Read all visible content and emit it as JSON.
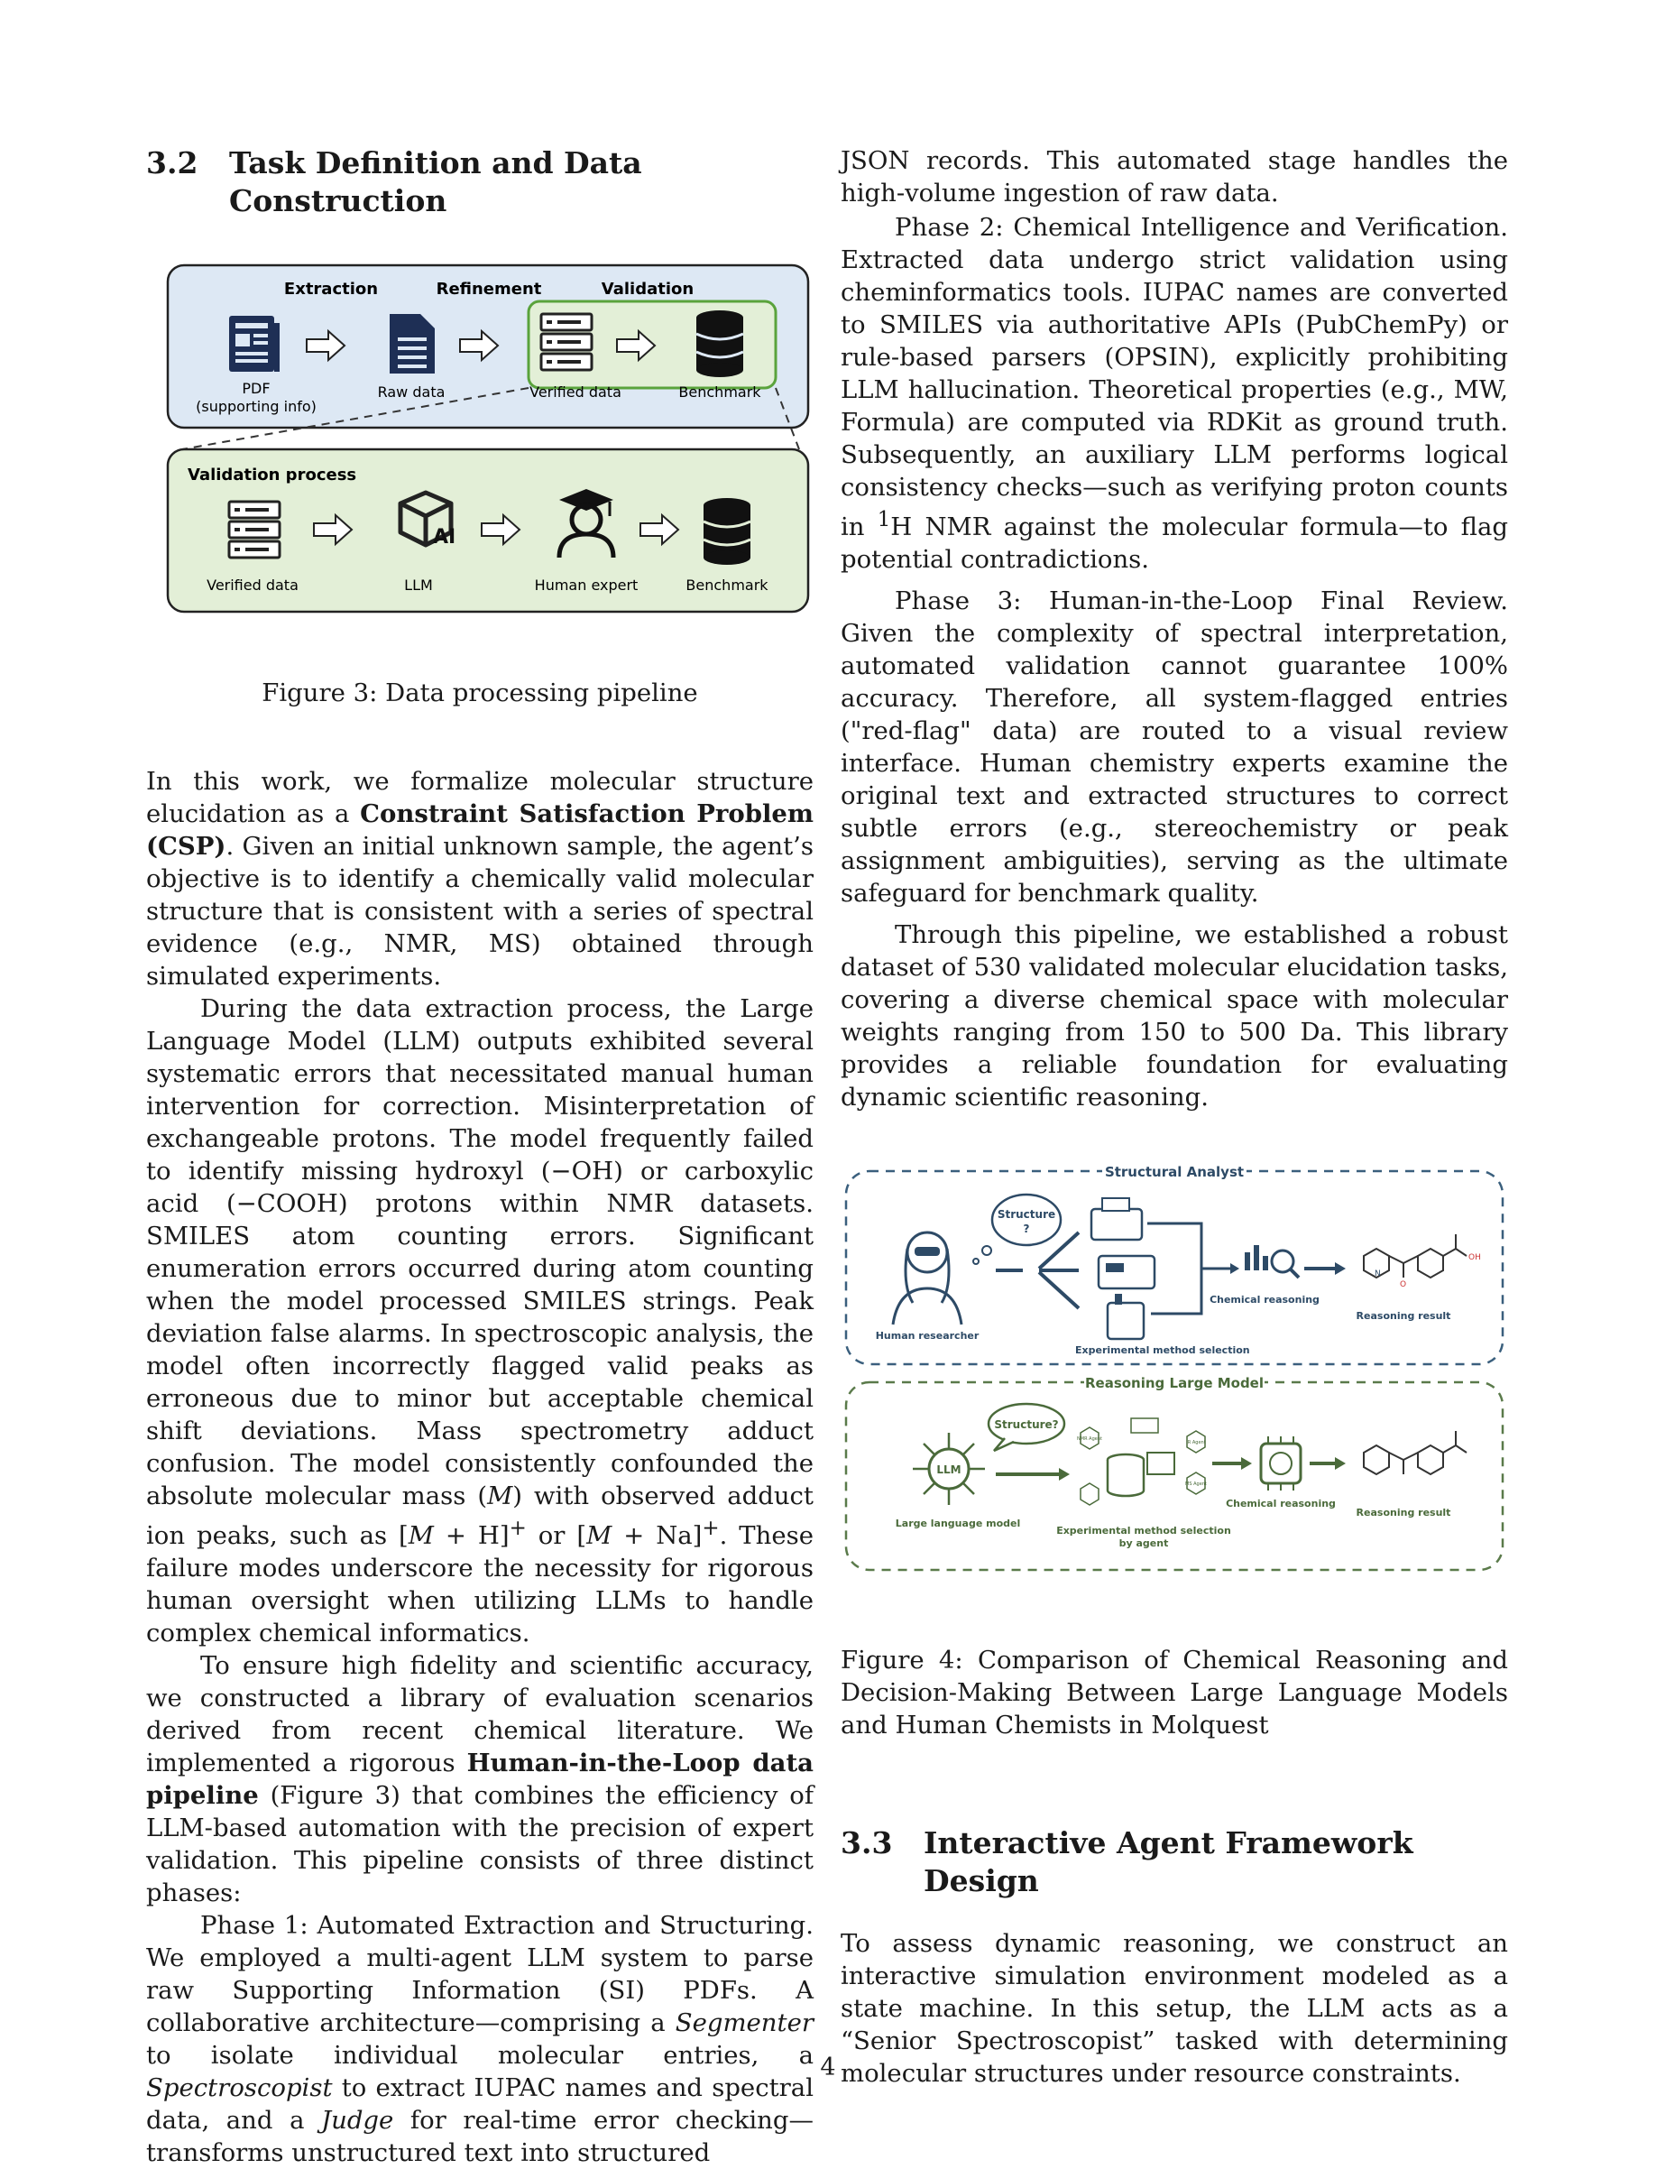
{
  "section_32": {
    "number": "3.2",
    "title": "Task Definition and Data Construction"
  },
  "figure3": {
    "stage_labels": [
      "Extraction",
      "Refinement",
      "Validation"
    ],
    "top_items": [
      "PDF",
      "(supporting info)",
      "Raw data",
      "Verified data",
      "Benchmark"
    ],
    "process_title": "Validation process",
    "bottom_items": [
      "Verified data",
      "LLM",
      "Human expert",
      "Benchmark"
    ],
    "ai_text": "AI",
    "caption": "Figure 3: Data processing pipeline"
  },
  "left_text": {
    "p1a": "In this work, we formalize molecular structure elucidation as a ",
    "p1b": "Constraint Satisfaction Problem (CSP)",
    "p1c": ". Given an initial unknown sample, the agent’s objective is to identify a chemically valid molecular structure that is consistent with a series of spectral evidence (e.g., NMR, MS) obtained through simulated experiments.",
    "p2a": "During the data extraction process, the Large Language Model (LLM) outputs exhibited several systematic errors that necessitated manual human intervention for correction. Misinterpretation of exchangeable protons. The model frequently failed to identify missing hydroxyl (−OH) or carboxylic acid (−COOH) protons within NMR datasets. SMILES atom counting errors. Significant enumeration errors occurred during atom counting when the model processed SMILES strings. Peak deviation false alarms. In spectroscopic analysis, the model often incorrectly flagged valid peaks as erroneous due to minor but acceptable chemical shift deviations. Mass spectrometry adduct confusion. The model consistently confounded the absolute molecular mass (",
    "p2M1": "M",
    "p2b": ") with observed adduct ion peaks, such as [",
    "p2M2": "M",
    "p2c": " + H]",
    "p2sup1": "+",
    "p2d": " or [",
    "p2M3": "M",
    "p2e": " + Na]",
    "p2sup2": "+",
    "p2f": ". These failure modes underscore the necessity for rigorous human oversight when utilizing LLMs to handle complex chemical informatics.",
    "p3a": "To ensure high fidelity and scientific accuracy, we constructed a library of evaluation scenarios derived from recent chemical literature. We implemented a rigorous ",
    "p3b": "Human-in-the-Loop data pipeline",
    "p3c": " (Figure 3) that combines the efficiency of LLM-based automation with the precision of expert validation. This pipeline consists of three distinct phases:",
    "p4a": "Phase 1: Automated Extraction and Structuring. We employed a multi-agent LLM system to parse raw Supporting Information (SI) PDFs. A collaborative architecture—comprising a ",
    "p4b": "Segmenter",
    "p4c": " to isolate individual molecular entries, a ",
    "p4d": "Spectroscopist",
    "p4e": " to extract IUPAC names and spectral data, and a ",
    "p4f": "Judge",
    "p4g": " for real-time error checking—transforms unstructured text into structured"
  },
  "right_text": {
    "p0": "JSON records. This automated stage handles the high-volume ingestion of raw data.",
    "p1a": "Phase 2: Chemical Intelligence and Verification. Extracted data undergo strict validation using cheminformatics tools. IUPAC names are converted to SMILES via authoritative APIs (PubChemPy) or rule-based parsers (OPSIN), explicitly prohibiting LLM hallucination. Theoretical properties (e.g., MW, Formula) are computed via RDKit as ground truth. Subsequently, an auxiliary LLM performs logical consistency checks—such as verifying proton counts in ",
    "p1sup": "1",
    "p1b": "H NMR against the molecular formula—to flag potential contradictions.",
    "p2": "Phase 3: Human-in-the-Loop Final Review. Given the complexity of spectral interpretation, automated validation cannot guarantee 100% accuracy. Therefore, all system-flagged entries (\"red-flag\" data) are routed to a visual review interface. Human chemistry experts examine the original text and extracted structures to correct subtle errors (e.g., stereochemistry or peak assignment ambiguities), serving as the ultimate safeguard for benchmark quality.",
    "p3": "Through this pipeline, we established a robust dataset of 530 validated molecular elucidation tasks, covering a diverse chemical space with molecular weights ranging from 150 to 500 Da. This library provides a reliable foundation for evaluating dynamic scientific reasoning."
  },
  "figure4": {
    "top_title": "Structural Analyst",
    "top_bubble_1": "Structure",
    "top_bubble_2": "?",
    "human_researcher": "Human researcher",
    "exp_selection": "Experimental method selection",
    "chem_reasoning": "Chemical reasoning",
    "reasoning_result": "Reasoning result",
    "bottom_title": "Reasoning Large Model",
    "bottom_bubble": "Structure?",
    "llm": "LLM",
    "large_language_model": "Large language model",
    "exp_selection_agent_1": "Experimental method selection",
    "exp_selection_agent_2": "by agent",
    "chem_reasoning_2": "Chemical reasoning",
    "reasoning_result_2": "Reasoning result",
    "agent_nmr": "NMR Agent",
    "agent_ir": "IR Agent",
    "agent_ms": "MS Agent",
    "oh": "OH",
    "o": "O",
    "n": "N",
    "caption": "Figure 4: Comparison of Chemical Reasoning and Decision-Making Between Large Language Models and Human Chemists in Molquest"
  },
  "section_33": {
    "number": "3.3",
    "title": "Interactive Agent Framework Design",
    "p1": "To assess dynamic reasoning, we construct an interactive simulation environment modeled as a state machine. In this setup, the LLM acts as a “Senior Spectroscopist” tasked with determining molecular structures under resource constraints."
  },
  "page_number": "4",
  "colors": {
    "fig3_top_fill": "#dde8f4",
    "fig3_bottom_fill": "#e3efd7",
    "fig3_highlight": "#5aa33c",
    "fig4_blue": "#3a5f7d",
    "fig4_green": "#5a7a4a"
  }
}
